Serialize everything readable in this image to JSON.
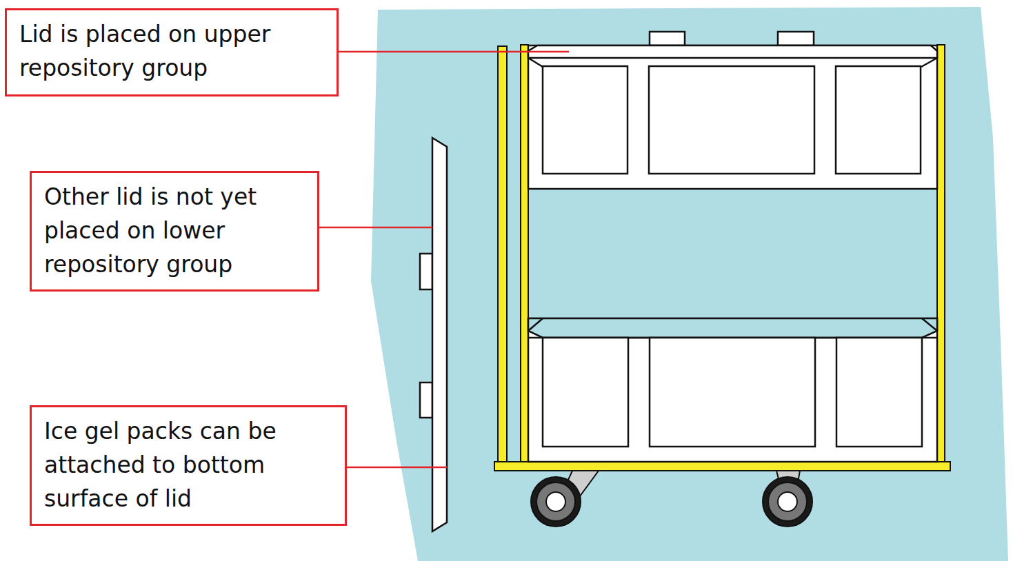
{
  "diagram": {
    "nodes": [
      {
        "text": [
          "Lid is placed on upper repository group"
        ]
      },
      {
        "text": [
          "Other lid is not yet placed on lower repository group"
        ]
      },
      {
        "text": [
          "Ice gel packs can be attached to bottom surface of lid"
        ]
      }
    ]
  }
}
